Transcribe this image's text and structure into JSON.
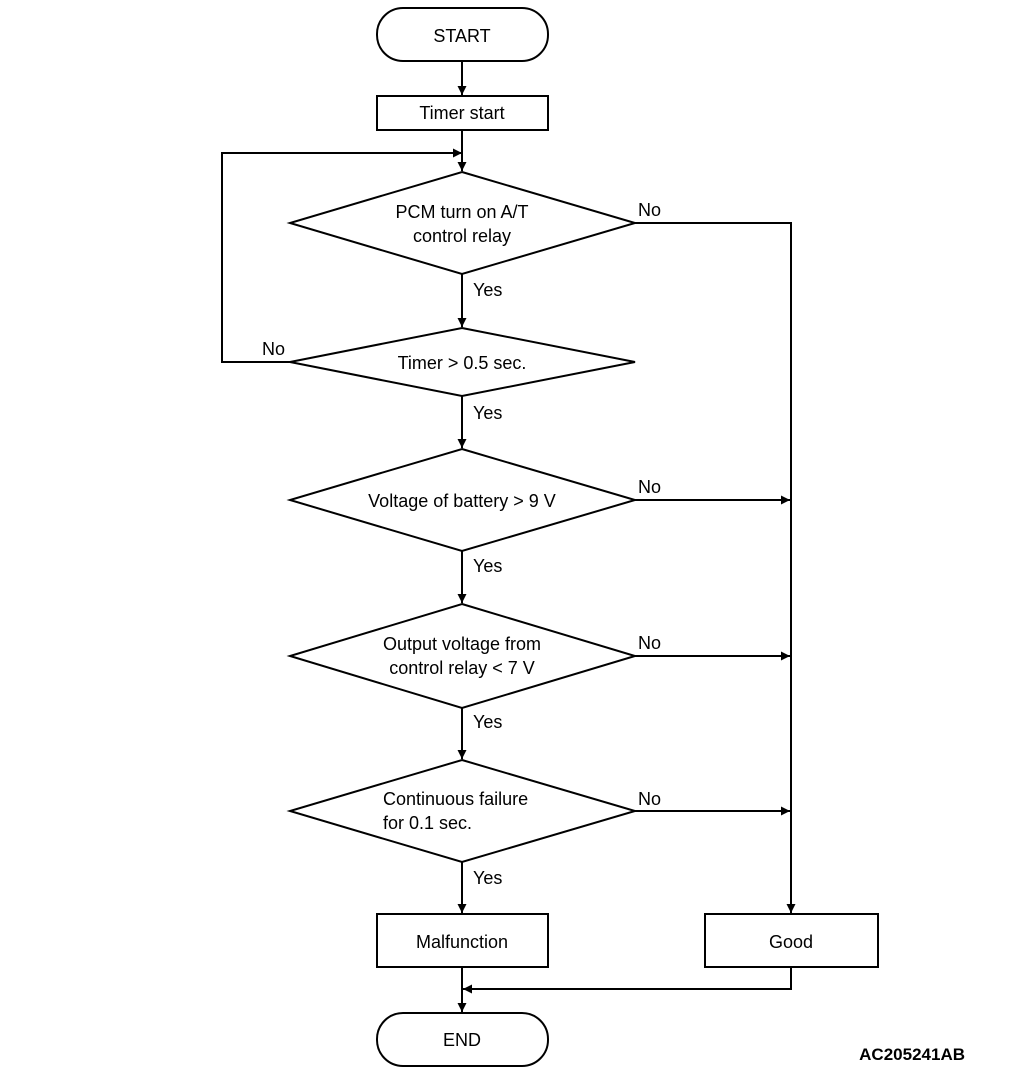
{
  "nodes": {
    "start": "START",
    "timer_start": "Timer start",
    "pcm_relay": [
      "PCM turn on A/T",
      "control relay"
    ],
    "timer_check": "Timer > 0.5 sec.",
    "battery_check": "Voltage of battery > 9 V",
    "output_voltage": [
      "Output voltage from",
      "control relay < 7 V"
    ],
    "continuous_failure": [
      "Continuous failure",
      "for 0.1 sec."
    ],
    "malfunction": "Malfunction",
    "good": "Good",
    "end": "END"
  },
  "edges": {
    "pcm_relay_no": "No",
    "pcm_relay_yes": "Yes",
    "timer_check_no": "No",
    "timer_check_yes": "Yes",
    "battery_check_no": "No",
    "battery_check_yes": "Yes",
    "output_voltage_no": "No",
    "output_voltage_yes": "Yes",
    "continuous_failure_no": "No",
    "continuous_failure_yes": "Yes"
  },
  "figure_code": "AC205241AB"
}
